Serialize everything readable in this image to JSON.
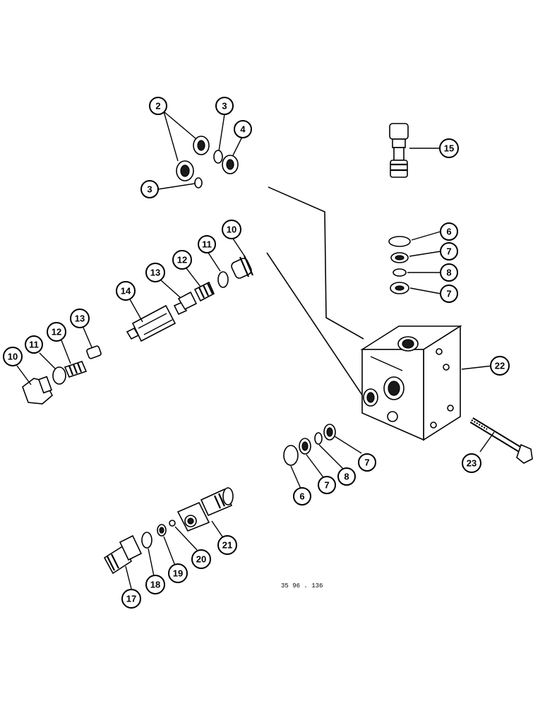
{
  "figure_code": "35 96 . 136",
  "callouts": [
    "2",
    "3",
    "4",
    "3",
    "15",
    "6",
    "7",
    "8",
    "7",
    "10",
    "11",
    "12",
    "13",
    "14",
    "10",
    "11",
    "12",
    "13",
    "22",
    "6",
    "7",
    "8",
    "7",
    "23",
    "21",
    "20",
    "19",
    "18",
    "17"
  ]
}
